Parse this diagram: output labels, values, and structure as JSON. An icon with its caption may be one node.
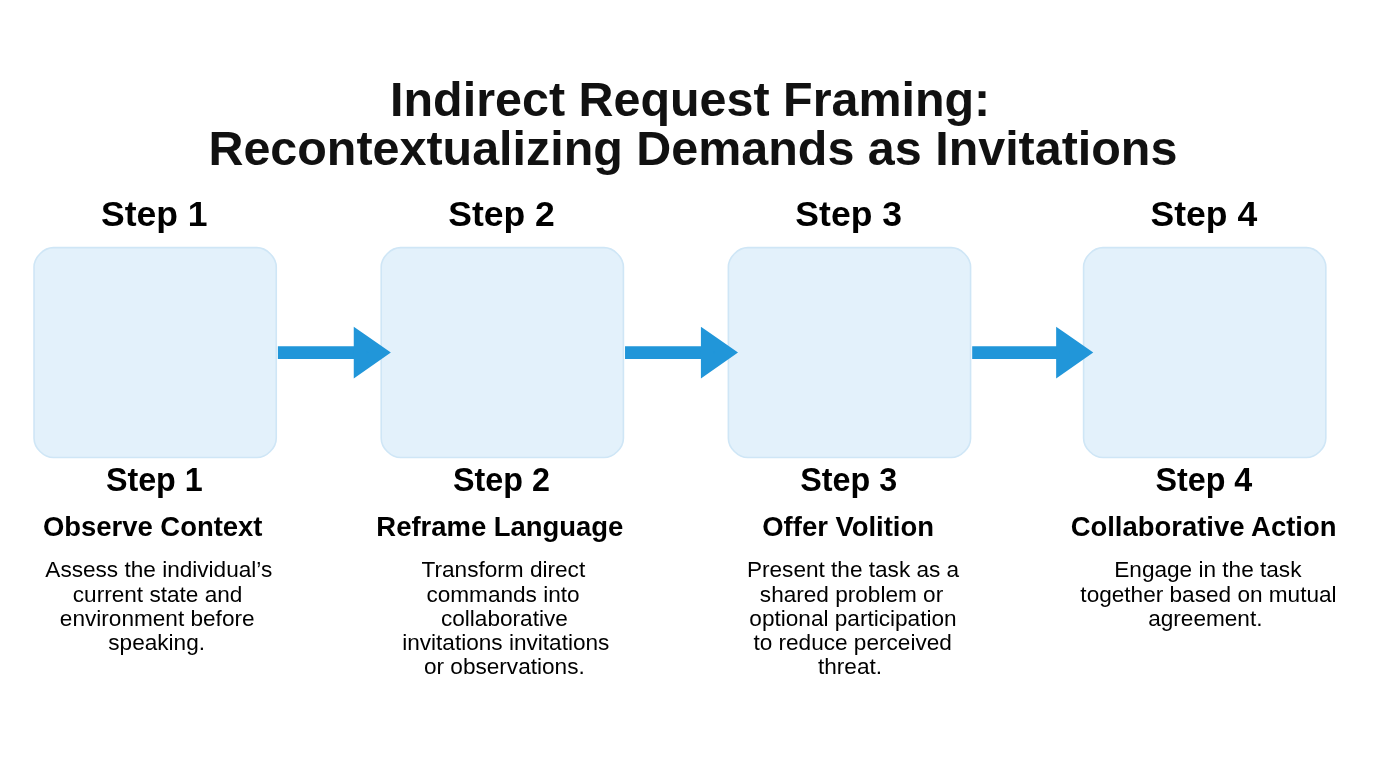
{
  "diagram": {
    "title": "Indirect Request Framing: Recontextualizing Demands as Invitations",
    "nodes": [
      {
        "text": [
          "Step 1"
        ],
        "beside": [
          "Step 1",
          "Observe Context",
          "Assess the individual’s current state and environment before speaking."
        ]
      },
      {
        "text": [
          "Step 2"
        ],
        "beside": [
          "Step 2",
          "Reframe Language",
          "Transform direct commands into collaborative invitations invitations or observations."
        ]
      },
      {
        "text": [
          "Step 3"
        ],
        "beside": [
          "Step 3",
          "Offer Volition",
          "Present the task as a shared problem or optional participation to reduce perceived threat."
        ]
      },
      {
        "text": [
          "Step 4"
        ],
        "beside": [
          "Step 4",
          "Collaborative Action",
          "Engage in the task together based on mutual agreement."
        ]
      }
    ],
    "edges": [
      {
        "from": 0,
        "to": 1,
        "arrow": "to"
      },
      {
        "from": 1,
        "to": 2,
        "arrow": "to"
      },
      {
        "from": 2,
        "to": 3,
        "arrow": "to"
      }
    ]
  }
}
